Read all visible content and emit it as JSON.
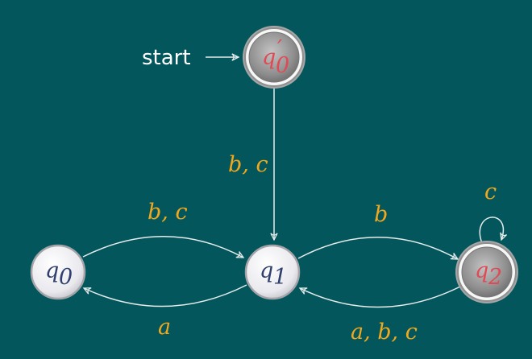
{
  "diagram": {
    "start_label": "start",
    "states": [
      {
        "id": "q0p",
        "base": "q",
        "sub": "0",
        "prime": "′",
        "accepting": true,
        "initial": true,
        "text_color": "#e04a55"
      },
      {
        "id": "q0",
        "base": "q",
        "sub": "0",
        "prime": "",
        "accepting": false,
        "initial": false,
        "text_color": "#2f3f6e"
      },
      {
        "id": "q1",
        "base": "q",
        "sub": "1",
        "prime": "",
        "accepting": false,
        "initial": false,
        "text_color": "#2f3f6e"
      },
      {
        "id": "q2",
        "base": "q",
        "sub": "2",
        "prime": "",
        "accepting": true,
        "initial": false,
        "text_color": "#e04a55"
      }
    ],
    "transitions": [
      {
        "from": "q0p",
        "to": "q1",
        "label": "b, c"
      },
      {
        "from": "q0",
        "to": "q1",
        "label": "b, c"
      },
      {
        "from": "q1",
        "to": "q0",
        "label": "a"
      },
      {
        "from": "q1",
        "to": "q2",
        "label": "b"
      },
      {
        "from": "q2",
        "to": "q1",
        "label": "a, b, c"
      },
      {
        "from": "q2",
        "to": "q2",
        "label": "c"
      }
    ],
    "colors": {
      "background": "#03575c",
      "edge": "#e6ecec",
      "label": "#f2a81d",
      "state_fill_light": "#f4f4f6",
      "state_fill_dark": "#8a8a8a",
      "state_stroke": "#9a9a9a"
    }
  }
}
